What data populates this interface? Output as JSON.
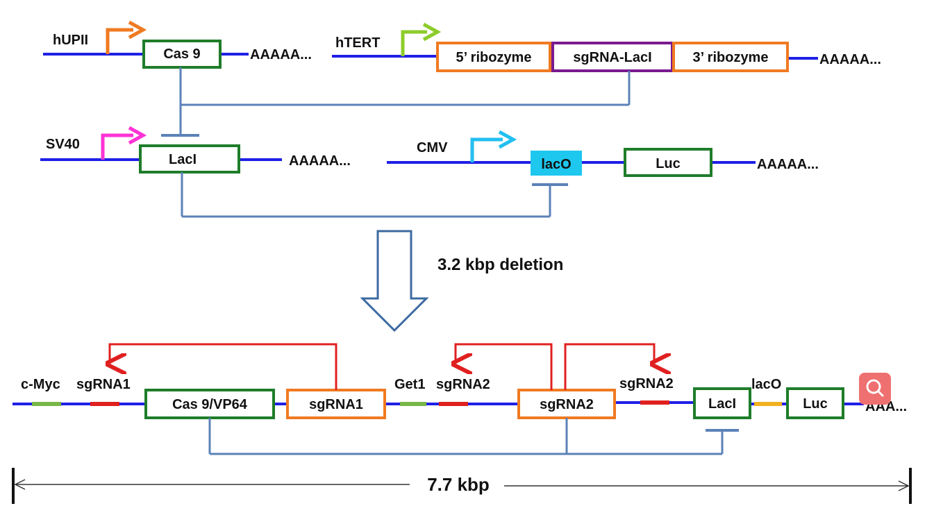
{
  "colors": {
    "dna": "#1f1fe6",
    "regulation": "#5b82b8",
    "green_box": "#1e7d2a",
    "orange_box": "#f07a22",
    "purple_box": "#7a1a8f",
    "lacO_fill": "#1ec7ee",
    "red_arrow": "#e02020",
    "promoter_hUPII": "#f07a22",
    "promoter_hTERT": "#8dcc2a",
    "promoter_SV40": "#ff33d6",
    "promoter_CMV": "#22bff0",
    "seg_green": "#7ab648",
    "seg_red": "#e02020",
    "seg_yellow": "#f0b020",
    "search_button": "#ef7070"
  },
  "top_circuit": {
    "hUPII": {
      "promoter": "hUPII",
      "gene": "Cas 9",
      "polyA": "AAAAA..."
    },
    "hTERT": {
      "promoter": "hTERT",
      "parts": [
        "5’ ribozyme",
        "sgRNA-LacI",
        "3’ ribozyme"
      ],
      "polyA": "AAAAA..."
    },
    "SV40": {
      "promoter": "SV40",
      "gene": "LacI",
      "polyA": "AAAAA..."
    },
    "CMV": {
      "promoter": "CMV",
      "operator": "lacO",
      "gene": "Luc",
      "polyA": "AAAAA..."
    }
  },
  "deletion_label": "3.2 kbp deletion",
  "bottom_construct": {
    "labels": [
      "c-Myc",
      "sgRNA1",
      "Get1",
      "sgRNA2",
      "sgRNA2",
      "lacO"
    ],
    "boxes": [
      "Cas 9/VP64",
      "sgRNA1",
      "sgRNA2",
      "LacI",
      "Luc"
    ],
    "polyA": "AAA..."
  },
  "length_label": "7.7 kbp",
  "search_icon": "magnifier-icon"
}
